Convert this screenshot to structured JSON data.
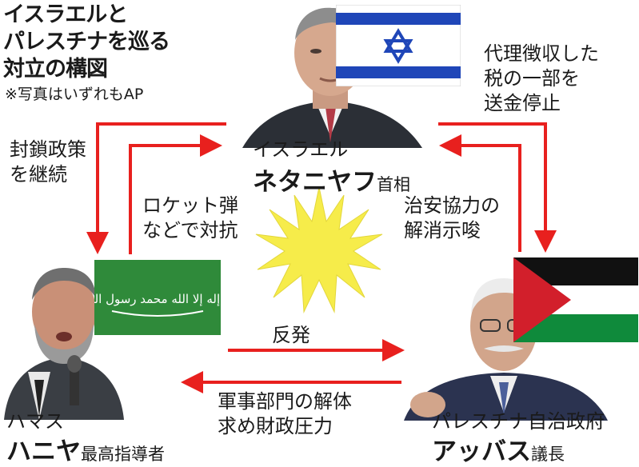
{
  "title_lines": [
    "イスラエルと",
    "パレスチナを巡る",
    "対立の構図"
  ],
  "photo_note": "※写真はいずれもAP",
  "israel": {
    "org": "イスラエル",
    "name": "ネタニヤフ",
    "role": "首相"
  },
  "hamas": {
    "org": "ハマス",
    "name": "ハニヤ",
    "role": "最高指導者",
    "flag_text": "لا إله إلا الله محمد رسول الله"
  },
  "pa": {
    "org": "パレスチナ自治政府",
    "name": "アッバス",
    "role": "議長"
  },
  "relations": {
    "israel_to_pa": [
      "代理徴収した",
      "税の一部を",
      "送金停止"
    ],
    "pa_to_israel": [
      "治安協力の",
      "解消示唆"
    ],
    "israel_to_hamas": [
      "封鎖政策",
      "を継続"
    ],
    "hamas_to_israel": [
      "ロケット弾",
      "などで対抗"
    ],
    "hamas_to_pa": [
      "反発"
    ],
    "pa_to_hamas": [
      "軍事部門の解体",
      "求め財政圧力"
    ]
  },
  "colors": {
    "arrow": "#e8201e",
    "sun": "#f6ec4a",
    "israel_blue": "#1f46b8",
    "palestine_green": "#0f8a3b",
    "palestine_red": "#d21f2b",
    "hamas_green": "#2f8a3a"
  },
  "icons": [
    "israel-flag-icon",
    "palestine-flag-icon",
    "hamas-flag-icon",
    "sun-burst-icon"
  ]
}
